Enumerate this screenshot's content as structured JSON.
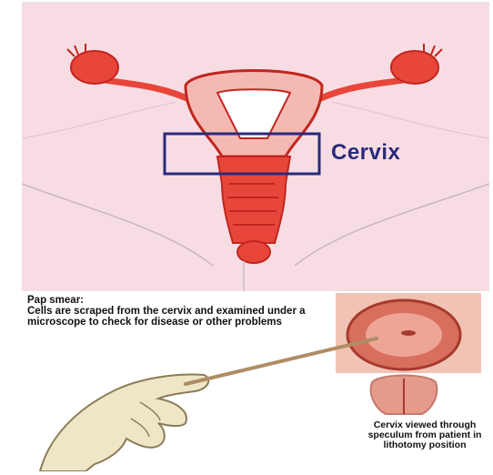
{
  "labels": {
    "cervix": "Cervix"
  },
  "pap_smear": {
    "title": "Pap smear:",
    "body": "Cells are scraped from the cervix and examined under a microscope to check for disease or other problems"
  },
  "speculum_caption": "Cervix viewed through speculum from patient in lithotomy position",
  "colors": {
    "background_pink": "#f7dde3",
    "organ_red": "#e8463b",
    "organ_dark_red": "#c0261f",
    "highlight_box": "#2a2a7a",
    "glove": "#efe6c8",
    "cervix_pink": "#e59a8c"
  }
}
